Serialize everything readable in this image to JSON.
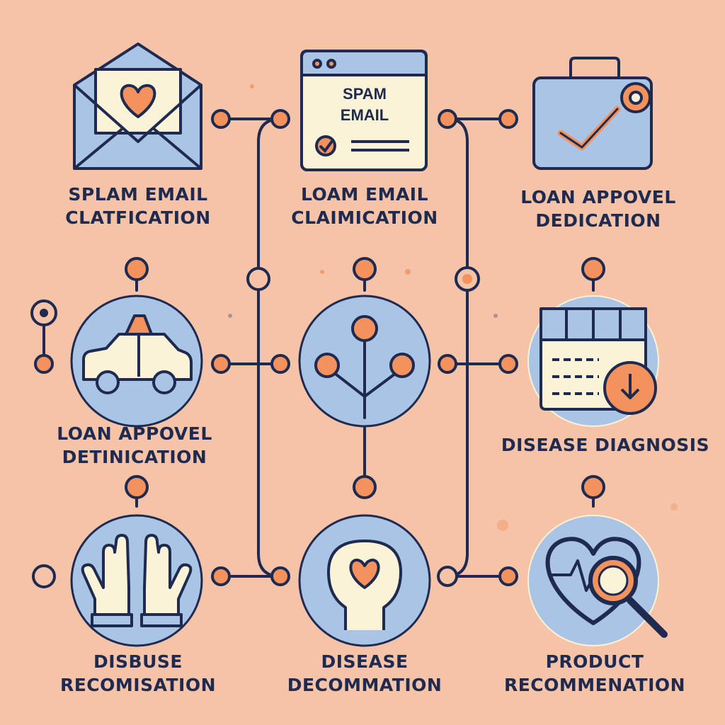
{
  "colors": {
    "background": "#f5c3a8",
    "stroke": "#1e2a4f",
    "icon_fill": "#a9c4e4",
    "node_fill": "#f4925d",
    "paper": "#fbf3d8"
  },
  "nodes": [
    {
      "id": "spam-email",
      "icon": "envelope-heart-icon",
      "lines": [
        "SPLAM EMAIL",
        "CLATFICATION"
      ]
    },
    {
      "id": "loan-email",
      "icon": "browser-window-icon",
      "icon_text": [
        "SPAM",
        "EMAIL"
      ],
      "lines": [
        "LOAM EMAIL",
        "CLAIMICATION"
      ]
    },
    {
      "id": "loan-approval-top",
      "icon": "briefcase-check-icon",
      "lines": [
        "LOAN APPOVEL",
        "DEDICATION"
      ]
    },
    {
      "id": "loan-approval-left",
      "icon": "car-icon",
      "lines": [
        "LOAN APPOVEL",
        "DETINICATION"
      ]
    },
    {
      "id": "decision-tree",
      "icon": "decision-tree-icon",
      "lines": []
    },
    {
      "id": "disease-diagnosis",
      "icon": "calendar-download-icon",
      "lines": [
        "DISEASE DIAGNOSIS"
      ]
    },
    {
      "id": "disease-recomisation",
      "icon": "hands-icon",
      "lines": [
        "DISBUSE",
        "RECOMISATION"
      ]
    },
    {
      "id": "disease-decommation",
      "icon": "head-heart-icon",
      "lines": [
        "DISEASE",
        "DECOMMATION"
      ]
    },
    {
      "id": "product-recommenation",
      "icon": "heart-magnifier-icon",
      "lines": [
        "PRODUCT",
        "RECOMMENATION"
      ]
    }
  ]
}
